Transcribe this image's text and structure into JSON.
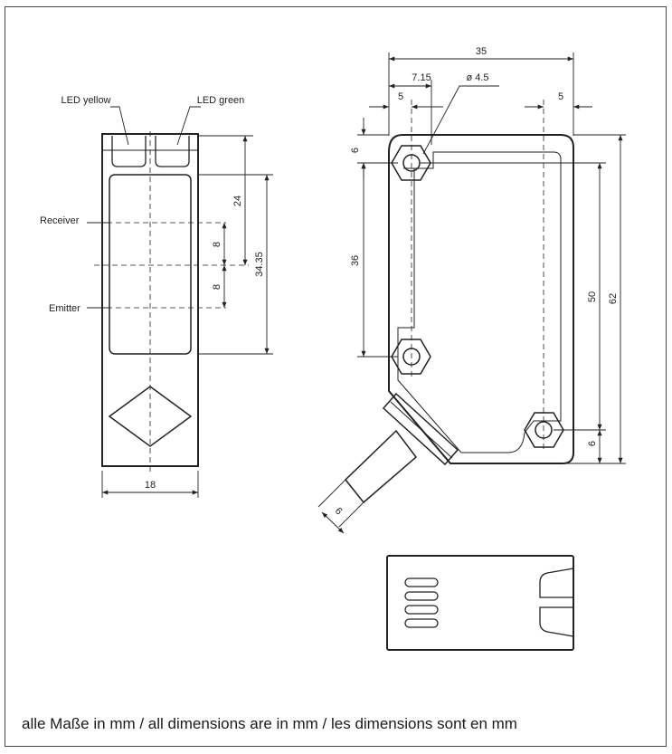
{
  "labels": {
    "led_yellow": "LED yellow",
    "led_green": "LED green",
    "receiver": "Receiver",
    "emitter": "Emitter"
  },
  "dimensions": {
    "front_width": "18",
    "receiver_offset": "24",
    "receiver_span": "8",
    "emitter_span": "8",
    "lens_height": "34.35",
    "total_width": "35",
    "hole_offset": "7.15",
    "hole_diameter": "ø 4.5",
    "hole_left_edge": "5",
    "hole_right_edge": "5",
    "top_margin": "6",
    "hole_spacing_left": "36",
    "hole_spacing_right": "50",
    "total_height": "62",
    "bottom_margin": "6",
    "cable_diameter": "6"
  },
  "footer": "alle Maße in mm / all dimensions are in mm / les dimensions sont en mm"
}
